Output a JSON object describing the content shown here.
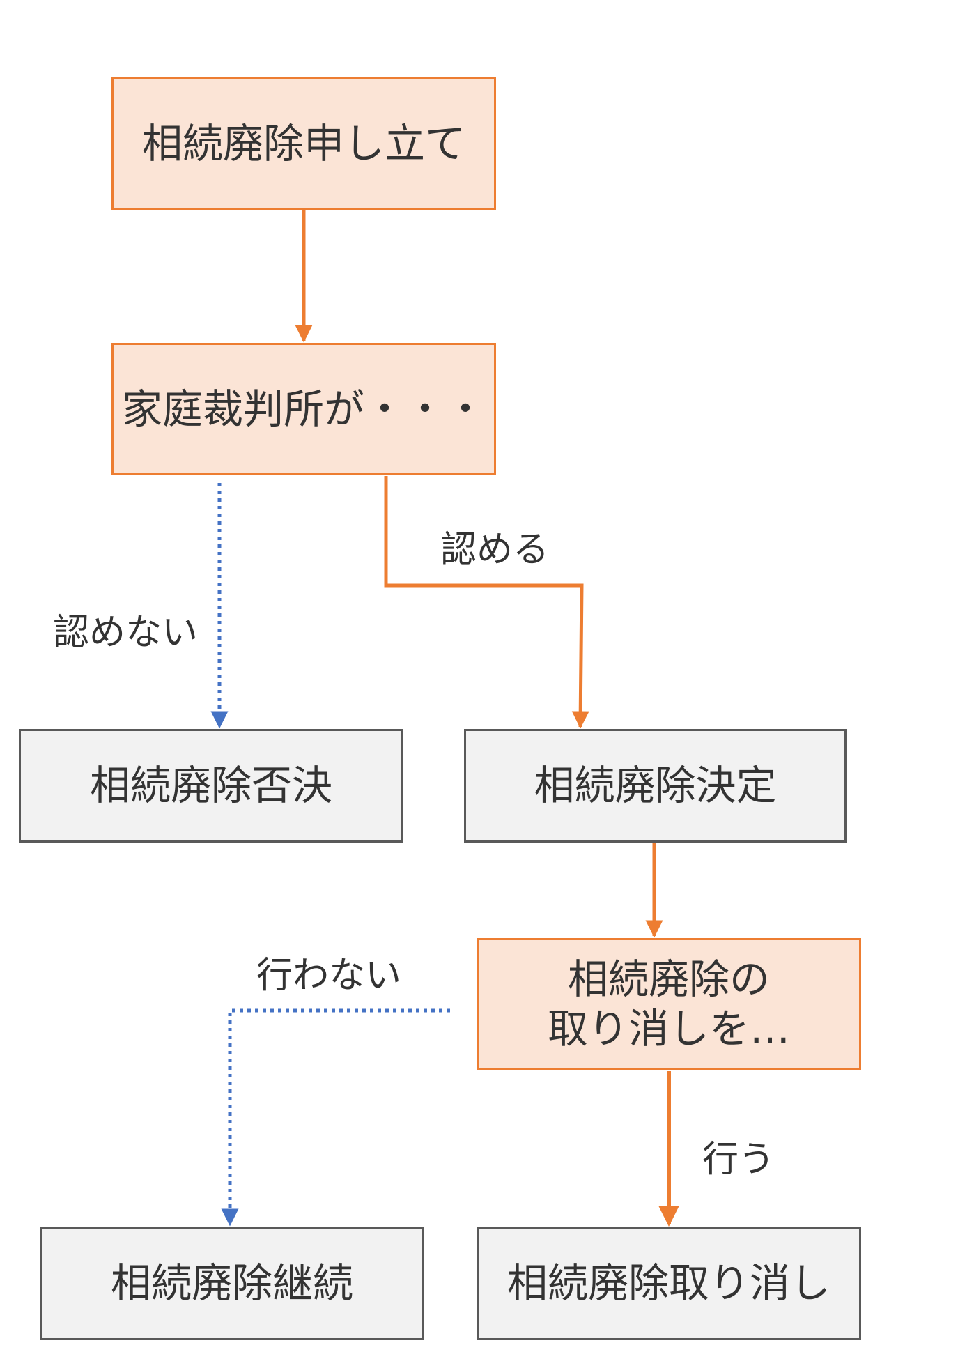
{
  "colors": {
    "orange_fill": "#fbe4d6",
    "orange_stroke": "#ed7d31",
    "gray_fill": "#f2f2f2",
    "gray_stroke": "#595959",
    "dotted_blue": "#4472c4",
    "text": "#333333"
  },
  "nodes": {
    "petition": "相続廃除申し立て",
    "court": "家庭裁判所が・・・",
    "rejected": "相続廃除否決",
    "decided": "相続廃除決定",
    "revocation_question": "相続廃除の\n取り消しを…",
    "continued": "相続廃除継続",
    "revoked": "相続廃除取り消し"
  },
  "edge_labels": {
    "approve": "認める",
    "not_approve": "認めない",
    "not_perform": "行わない",
    "perform": "行う"
  }
}
